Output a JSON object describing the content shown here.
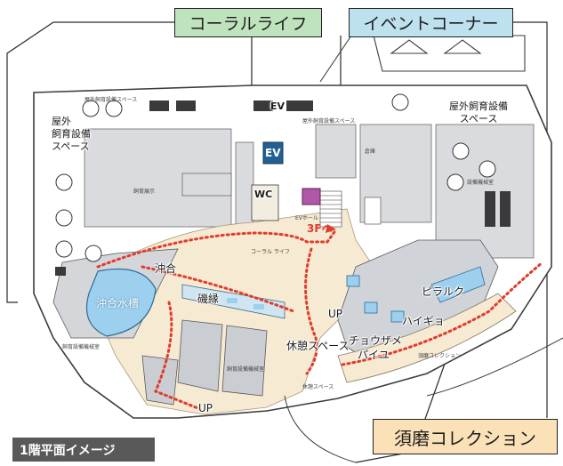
{
  "callouts": {
    "coral_life": "コーラルライフ",
    "event_corner": "イベントコーナー",
    "suma_collection": "須磨コレクション"
  },
  "plan_title": "1階平面イメージ",
  "labels": {
    "outdoor_left": "屋外\n飼育設備\nスペース",
    "outdoor_right": "屋外飼育設備\nスペース",
    "ev_top": "EV",
    "ev_box": "EV",
    "wc": "WC",
    "to_3f": "3Fへ",
    "okiai": "沖合",
    "okiai_tank": "沖合水槽",
    "isoen": "磯縁",
    "rest_space": "休憩スペース",
    "up_center": "UP",
    "up_bottom": "UP",
    "pirarku": "ピラルク",
    "haikyo": "ハイギョ",
    "chouzame": "チョウザメ",
    "paiyu": "パイユ",
    "ev_hall": "EVホール"
  },
  "small_labels": {
    "outdoor_eq_top": "屋外飼育設備スペース",
    "outdoor_eq_top2": "屋外飼育設備スペース",
    "breeding_room": "飼育展示",
    "storage": "倉庫",
    "equipment": "設備機械室",
    "coral_area": "コーラル ライフ",
    "aqua_eq": "飼育設備機械室",
    "aqua_eq2": "飼育設備機械室",
    "rest_small": "休憩スペース",
    "suma_small": "須磨コレクション"
  },
  "colors": {
    "floor_fill": "#f6ead3",
    "room_fill": "#d9dbdf",
    "wall": "#3c3c3c",
    "route": "#e03c2c",
    "water": "#9dd0ee",
    "ev_fill": "#245f93",
    "wc_fill": "#7a4c8c"
  },
  "icons": [
    "stair-icon",
    "tree-icon",
    "arrow-icon",
    "elevator-icon",
    "restroom-icon"
  ]
}
